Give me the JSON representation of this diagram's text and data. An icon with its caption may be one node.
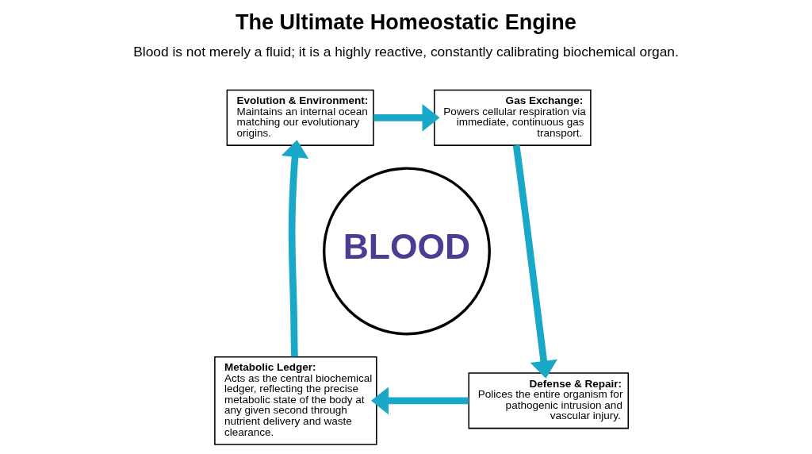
{
  "diagram": {
    "title": "The Ultimate Homeostatic Engine",
    "nodes": [
      {
        "text": [
          "Evolution & Environment:",
          "Maintains an internal ocean matching our evolutionary origins."
        ]
      },
      {
        "text": [
          "Gas Exchange:",
          "Powers cellular respiration via immediate, continuous gas transport."
        ]
      },
      {
        "text": [
          "BLOOD"
        ]
      },
      {
        "text": [
          "Metabolic Ledger:",
          "Acts as the central biochemical ledger, reflecting the precise metabolic state of the body at any given second through nutrient delivery and waste clearance."
        ]
      },
      {
        "text": [
          "Defense & Repair:",
          "Polices the entire organism for pathogenic intrusion and vascular injury."
        ]
      }
    ],
    "edges": [
      {
        "from": 0,
        "to": 1,
        "arrow": "to"
      },
      {
        "from": 1,
        "to": 4,
        "arrow": "to"
      },
      {
        "from": 4,
        "to": 3,
        "arrow": "to"
      },
      {
        "from": 3,
        "to": 0,
        "arrow": "to"
      }
    ],
    "labels": [
      "Blood is not merely a fluid; it is a highly reactive, constantly calibrating biochemical organ."
    ]
  }
}
